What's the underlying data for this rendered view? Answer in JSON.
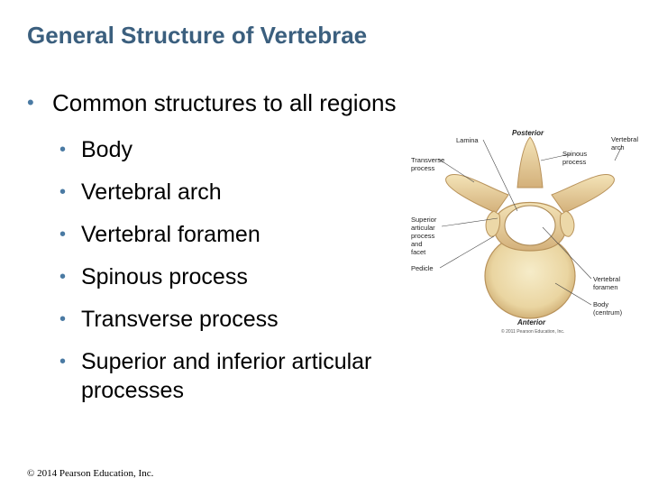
{
  "slide": {
    "title": "General Structure of Vertebrae",
    "main_bullet": "Common structures to all regions",
    "sub_bullets": [
      "Body",
      "Vertebral arch",
      "Vertebral foramen",
      "Spinous process",
      "Transverse process",
      "Superior and inferior articular processes"
    ],
    "bullet_glyph": "•",
    "copyright": "© 2014 Pearson Education, Inc."
  },
  "figure": {
    "labels": {
      "posterior": "Posterior",
      "anterior": "Anterior",
      "lamina": "Lamina",
      "transverse_1": "Transverse",
      "transverse_2": "process",
      "spinous_1": "Spinous",
      "spinous_2": "process",
      "arch_1": "Vertebral",
      "arch_2": "arch",
      "superior_1": "Superior",
      "superior_2": "articular",
      "superior_3": "process",
      "superior_4": "and",
      "superior_5": "facet",
      "pedicle": "Pedicle",
      "foramen_1": "Vertebral",
      "foramen_2": "foramen",
      "body_1": "Body",
      "body_2": "(centrum)",
      "fig_copyright": "© 2011 Pearson Education, Inc."
    }
  },
  "colors": {
    "title": "#3b5f7e",
    "bullet": "#4a7aa3",
    "bone": "#e8cf98",
    "bone_shadow": "#c9a56a"
  }
}
